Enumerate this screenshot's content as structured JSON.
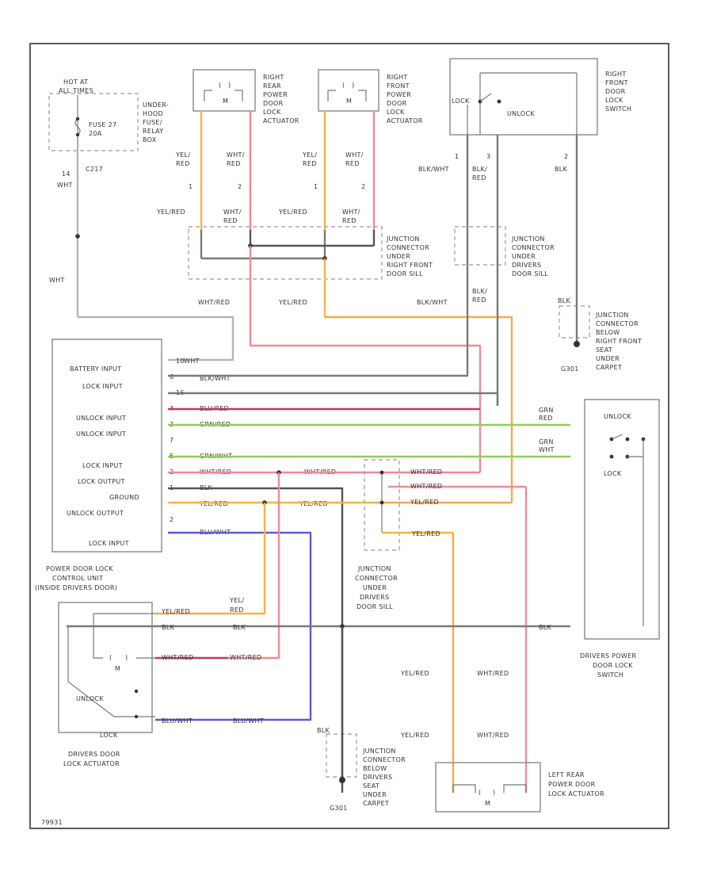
{
  "components": {
    "hot_box": [
      "HOT AT",
      "ALL TIMES"
    ],
    "fuse": [
      "FUSE 27",
      "20A"
    ],
    "fuse_box": [
      "UNDER-",
      "HOOD",
      "FUSE/",
      "RELAY",
      "BOX"
    ],
    "rr_actuator": [
      "RIGHT",
      "REAR",
      "POWER",
      "DOOR",
      "LOCK",
      "ACTUATOR"
    ],
    "rf_actuator": [
      "RIGHT",
      "FRONT",
      "POWER",
      "DOOR",
      "LOCK",
      "ACTUATOR"
    ],
    "rf_switch": [
      "RIGHT",
      "FRONT",
      "DOOR",
      "LOCK",
      "SWITCH"
    ],
    "rf_switch_lock": "LOCK",
    "rf_switch_unlock": "UNLOCK",
    "jc_rf_sill": [
      "JUNCTION",
      "CONNECTOR",
      "UNDER",
      "RIGHT FRONT",
      "DOOR SILL"
    ],
    "jc_drv_sill_top": [
      "JUNCTION",
      "CONNECTOR",
      "UNDER",
      "DRIVERS",
      "DOOR SILL"
    ],
    "jc_rf_seat": [
      "JUNCTION",
      "CONNECTOR",
      "BELOW",
      "RIGHT FRONT",
      "SEAT",
      "UNDER",
      "CARPET"
    ],
    "ground_g01": "G301",
    "control_unit_inputs": [
      "BATTERY INPUT",
      "LOCK INPUT",
      "UNLOCK INPUT",
      "UNLOCK INPUT",
      "LOCK INPUT",
      "LOCK OUTPUT",
      "GROUND",
      "UNLOCK OUTPUT",
      "LOCK INPUT"
    ],
    "control_unit_label": [
      "POWER DOOR LOCK",
      "CONTROL UNIT",
      "(INSIDE DRIVERS DOOR)"
    ],
    "drv_switch": [
      "DRIVERS POWER",
      "DOOR LOCK",
      "SWITCH"
    ],
    "drv_switch_unlock": "UNLOCK",
    "drv_switch_lock": "LOCK",
    "jc_drv_sill_mid": [
      "JUNCTION",
      "CONNECTOR",
      "UNDER",
      "DRIVERS",
      "DOOR SILL"
    ],
    "drv_actuator": [
      "DRIVERS DOOR",
      "LOCK ACTUATOR"
    ],
    "drv_act_unlock": "UNLOCK",
    "drv_act_lock": "LOCK",
    "jc_drv_seat": [
      "JUNCTION",
      "CONNECTOR",
      "BELOW",
      "DRIVERS",
      "SEAT",
      "UNDER",
      "CARPET"
    ],
    "ground_g02": "G301",
    "lr_actuator": [
      "LEFT REAR",
      "POWER DOOR",
      "LOCK ACTUATOR"
    ],
    "motor_mark": "M",
    "footer": "79931"
  },
  "wire_labels": {
    "yel_red": "YEL/RED",
    "yel_red_split": [
      "YEL/",
      "RED"
    ],
    "wht_red": "WHT/RED",
    "wht_red_split": [
      "WHT/",
      "RED"
    ],
    "blk_wht": "BLK/WHT",
    "blk_red": [
      "BLK/",
      "RED"
    ],
    "blk": "BLK",
    "wht": "WHT",
    "blu_red": "BLU/RED",
    "grn_red": "GRN/RED",
    "grn_wht": "GRN/WHT",
    "blu_wht": "BLU/WHT",
    "grn_red_split": [
      "GRN",
      "RED"
    ],
    "grn_wht_split": [
      "GRN",
      "WHT"
    ],
    "c217": "C217"
  },
  "pins": {
    "p1": "1",
    "p2": "2",
    "p3": "3",
    "p4": "4",
    "p5": "5",
    "p6": "6",
    "p7": "7",
    "p10": "10",
    "p16": "16",
    "p14": "14"
  }
}
